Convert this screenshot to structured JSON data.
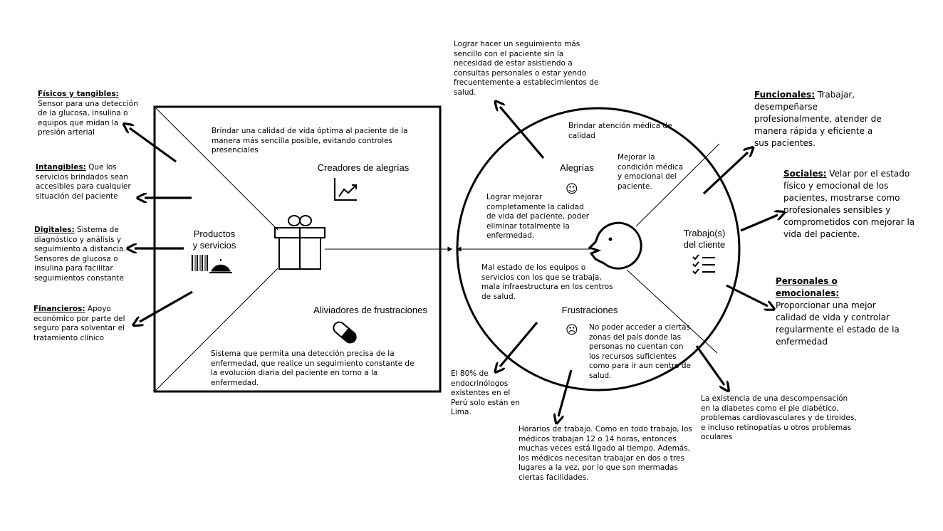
{
  "canvas_left": {
    "productos_title_line1": "Productos",
    "productos_title_line2": "y servicios",
    "creadores_title": "Creadores de alegrías",
    "creadores_text": "Brindar una calidad de vida óptima al paciente de la manera más sencilla posible, evitando controles presenciales",
    "aliviadores_title": "Aliviadores de frustraciones",
    "aliviadores_text": "Sistema que permita una detección precisa de la enfermedad, que realice un seguimiento constante de la evolución diaria del paciente en torno a la enfermedad."
  },
  "left_notes": {
    "fisicos_label": "Físicos y tangibles:",
    "fisicos_text": " Sensor para una detección de la glucosa, insulina o equipos que midan la presión arterial",
    "intangibles_label": "Intangibles:",
    "intangibles_text": " Que los servicios brindados sean accesibles para cualquier situación del paciente",
    "digitales_label": "Digitales:",
    "digitales_text": " Sistema de diagnóstico y análisis y seguimiento a distancia. Sensores de glucosa o insulina para facilitar seguimientos constante",
    "financieros_label": "Financieros:",
    "financieros_text": " Apoyo económico por parte del seguro para solventar el tratamiento clínico"
  },
  "canvas_right": {
    "alegrias_title": "Alegrías",
    "alegrias_top": "Brindar atención médica de calidad",
    "alegrias_mid": "Mejorar la condición médica y emocional del paciente.",
    "alegrias_left": "Lograr mejorar completamente la calidad de vida del paciente, poder eliminar totalmente la enfermedad.",
    "trabajos_title_line1": "Trabajo(s)",
    "trabajos_title_line2": "del cliente",
    "frustraciones_title": "Frustraciones",
    "frustraciones_left": "Mal estado de los equipos o servicios con los que se trabaja, mala infraestructura en los centros de salud.",
    "frustraciones_right": "No poder acceder a ciertas zonas del país donde las personas no cuentan con los recursos suficientes como para ir aun centro de salud.",
    "smile": "☺",
    "frown": "☹"
  },
  "right_notes": {
    "top_note": "Lograr hacer un seguimiento más sencillo con el paciente sin la necesidad de estar asistiendo a consultas personales o estar yendo frecuentemente a establecimientos de salud.",
    "funcionales_label": "Funcionales:",
    "funcionales_text": " Trabajar, desempeñarse profesionalmente, atender de manera rápida y eficiente a sus pacientes.",
    "sociales_label": "Sociales:",
    "sociales_text": " Velar por el estado físico y emocional de los pacientes, mostrarse como profesionales sensibles y comprometidos con mejorar la vida del paciente.",
    "personales_label": "Personales o emocionales:",
    "personales_text": "Proporcionar una mejor calidad de vida y controlar regularmente el estado de la enfermedad",
    "endocrinologos": "El 80% de endocrinólogos existentes en el Perú solo están en Lima.",
    "horarios": "Horarios de trabajo. Como en todo trabajo, los médicos trabajan 12 o 14 horas, entonces muchas veces está ligado al tiempo. Además, los médicos necesitan trabajar en dos o tres lugares a la vez, por lo que son mermadas ciertas facilidades.",
    "descompensacion": "La existencia de una descompensación en la diabetes como el pie diabético, problemas cardiovasculares y de tiroides, e incluso retinopatías u otros problemas oculares"
  }
}
